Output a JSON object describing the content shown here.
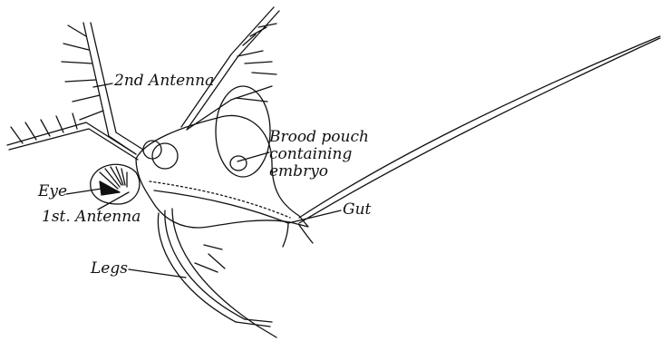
{
  "labels": {
    "second_antenna": "2nd Antenna",
    "brood_pouch_line1": "Brood pouch",
    "brood_pouch_line2": "containing",
    "brood_pouch_line3": "embryo",
    "eye": "Eye",
    "gut": "Gut",
    "first_antenna": "1st. Antenna",
    "legs": "Legs"
  },
  "colors": {
    "ink": "#111111",
    "background": "#ffffff"
  }
}
